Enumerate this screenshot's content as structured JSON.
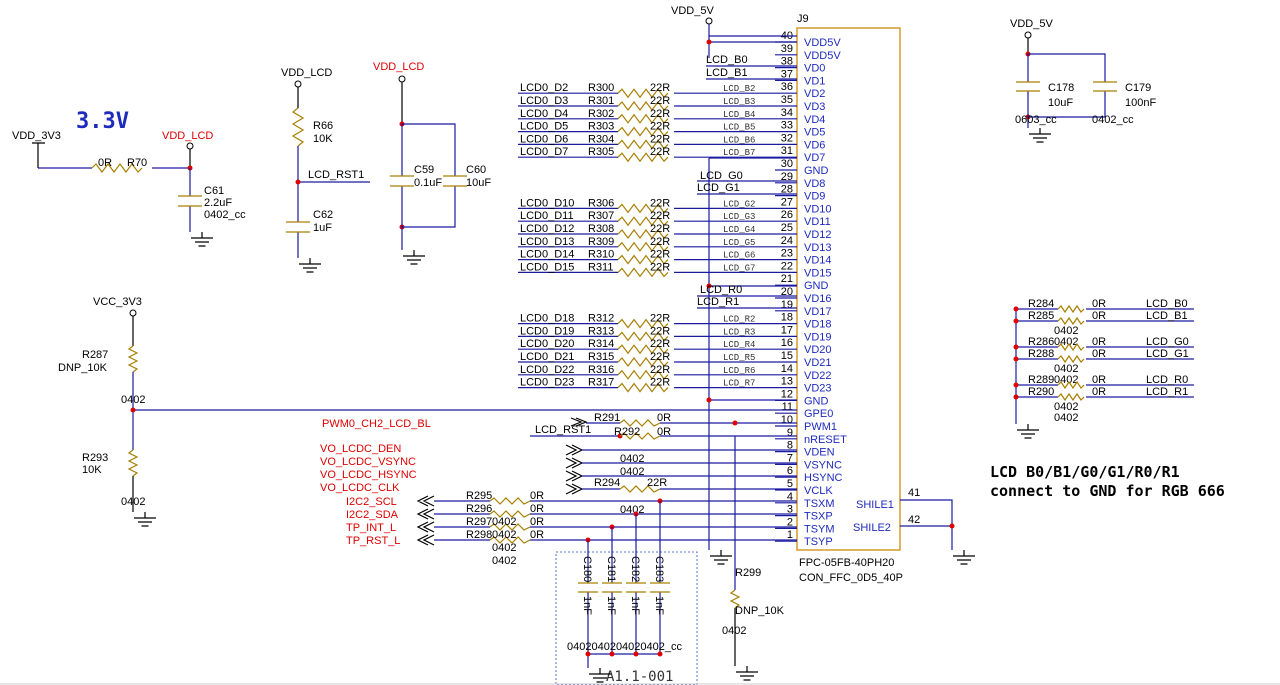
{
  "header": {
    "left_rail": "VDD_3V3",
    "voltage": "3.3V",
    "vdd_5v_top": "VDD_5V",
    "vdd_5v_right": "VDD_5V"
  },
  "connector": {
    "ref": "J9",
    "part": "FPC-05FB-40PH20",
    "footprint": "CON_FFC_0D5_40P",
    "shield1": "SHILE1",
    "shield2": "SHILE2",
    "shield1_pin": "41",
    "shield2_pin": "42"
  },
  "pins": [
    {
      "num": "40",
      "name": "VDD5V"
    },
    {
      "num": "39",
      "name": "VDD5V"
    },
    {
      "num": "38",
      "name": "VD0"
    },
    {
      "num": "37",
      "name": "VD1"
    },
    {
      "num": "36",
      "name": "VD2"
    },
    {
      "num": "35",
      "name": "VD3"
    },
    {
      "num": "34",
      "name": "VD4"
    },
    {
      "num": "33",
      "name": "VD5"
    },
    {
      "num": "32",
      "name": "VD6"
    },
    {
      "num": "31",
      "name": "VD7"
    },
    {
      "num": "30",
      "name": "GND"
    },
    {
      "num": "29",
      "name": "VD8"
    },
    {
      "num": "28",
      "name": "VD9"
    },
    {
      "num": "27",
      "name": "VD10"
    },
    {
      "num": "26",
      "name": "VD11"
    },
    {
      "num": "25",
      "name": "VD12"
    },
    {
      "num": "24",
      "name": "VD13"
    },
    {
      "num": "23",
      "name": "VD14"
    },
    {
      "num": "22",
      "name": "VD15"
    },
    {
      "num": "21",
      "name": "GND"
    },
    {
      "num": "20",
      "name": "VD16"
    },
    {
      "num": "19",
      "name": "VD17"
    },
    {
      "num": "18",
      "name": "VD18"
    },
    {
      "num": "17",
      "name": "VD19"
    },
    {
      "num": "16",
      "name": "VD20"
    },
    {
      "num": "15",
      "name": "VD21"
    },
    {
      "num": "14",
      "name": "VD22"
    },
    {
      "num": "13",
      "name": "VD23"
    },
    {
      "num": "12",
      "name": "GND"
    },
    {
      "num": "11",
      "name": "GPE0"
    },
    {
      "num": "10",
      "name": "PWM1"
    },
    {
      "num": "9",
      "name": "nRESET"
    },
    {
      "num": "8",
      "name": "VDEN"
    },
    {
      "num": "7",
      "name": "VSYNC"
    },
    {
      "num": "6",
      "name": "HSYNC"
    },
    {
      "num": "5",
      "name": "VCLK"
    },
    {
      "num": "4",
      "name": "TSXM"
    },
    {
      "num": "3",
      "name": "TSXP"
    },
    {
      "num": "2",
      "name": "TSYM"
    },
    {
      "num": "1",
      "name": "TSYP"
    }
  ],
  "blue_groups": [
    {
      "nets": [
        "LCD0_D2",
        "LCD0_D3",
        "LCD0_D4",
        "LCD0_D5",
        "LCD0_D6",
        "LCD0_D7"
      ],
      "refs": [
        "R300",
        "R301",
        "R302",
        "R303",
        "R304",
        "R305"
      ],
      "local": [
        "LCD_B2",
        "LCD_B3",
        "LCD_B4",
        "LCD_B5",
        "LCD_B6",
        "LCD_B7"
      ]
    },
    {
      "nets": [
        "LCD0_D10",
        "LCD0_D11",
        "LCD0_D12",
        "LCD0_D13",
        "LCD0_D14",
        "LCD0_D15"
      ],
      "refs": [
        "R306",
        "R307",
        "R308",
        "R309",
        "R310",
        "R311"
      ],
      "local": [
        "LCD_G2",
        "LCD_G3",
        "LCD_G4",
        "LCD_G5",
        "LCD_G6",
        "LCD_G7"
      ]
    },
    {
      "nets": [
        "LCD0_D18",
        "LCD0_D19",
        "LCD0_D20",
        "LCD0_D21",
        "LCD0_D22",
        "LCD0_D23"
      ],
      "refs": [
        "R312",
        "R313",
        "R314",
        "R315",
        "R316",
        "R317"
      ],
      "local": [
        "LCD_R2",
        "LCD_R3",
        "LCD_R4",
        "LCD_R5",
        "LCD_R6",
        "LCD_R7"
      ]
    }
  ],
  "series_value": "22R",
  "direct_nets": {
    "b0": "LCD_B0",
    "b1": "LCD_B1",
    "g0": "LCD_G0",
    "g1": "LCD_G1",
    "r0": "LCD_R0",
    "r1": "LCD_R1"
  },
  "left": {
    "r70_val": "0R",
    "r70_ref": "R70",
    "vdd_lcd_a": "VDD_LCD",
    "c61_ref": "C61",
    "c61_val": "2.2uF",
    "c61_pkg": "0402_cc",
    "vdd_lcd_b": "VDD_LCD",
    "r66_ref": "R66",
    "r66_val": "10K",
    "lcd_rst1": "LCD_RST1",
    "c62_ref": "C62",
    "c62_val": "1uF",
    "vdd_lcd_c": "VDD_LCD",
    "c59_ref": "C59",
    "c59_val": "0.1uF",
    "c60_ref": "C60",
    "c60_val": "10uF",
    "vcc_3v3": "VCC_3V3",
    "r287_ref": "R287",
    "r287_val": "DNP_10K",
    "pkg_0402": "0402",
    "r293_ref": "R293",
    "r293_val": "10K"
  },
  "ctrl": {
    "pwm_net": "PWM0_CH2_LCD_BL",
    "rst_net": "LCD_RST1",
    "vo": [
      "VO_LCDC_DEN",
      "VO_LCDC_VSYNC",
      "VO_LCDC_HSYNC",
      "VO_LCDC_CLK"
    ],
    "tp": [
      "I2C2_SCL",
      "I2C2_SDA",
      "TP_INT_L",
      "TP_RST_L"
    ],
    "r291": "R291",
    "r292": "R292",
    "r294": "R294",
    "r295": "R295",
    "r296": "R296",
    "r297": "R297",
    "r298": "R298",
    "v0r": "0R",
    "v22r": "22R",
    "pkg": "0402"
  },
  "tp_caps": {
    "refs": [
      "C180",
      "C181",
      "C182",
      "C183"
    ],
    "val": "1nF",
    "pkg_row": "0402040204020402_cc",
    "box_label": "A1.1-001"
  },
  "r299": {
    "ref": "R299",
    "val": "DNP_10K",
    "pkg": "0402"
  },
  "right_caps": {
    "c178_ref": "C178",
    "c178_val": "10uF",
    "c178_pkg": "0603_cc",
    "c179_ref": "C179",
    "c179_val": "100nF",
    "c179_pkg": "0402_cc"
  },
  "right_res": {
    "refs": [
      "R284",
      "R285",
      "R286",
      "R288",
      "R289",
      "R290"
    ],
    "val": "0R",
    "pkg": "0402"
  },
  "note_lines": [
    "LCD B0/B1/G0/G1/R0/R1",
    "connect to GND for RGB 666"
  ]
}
